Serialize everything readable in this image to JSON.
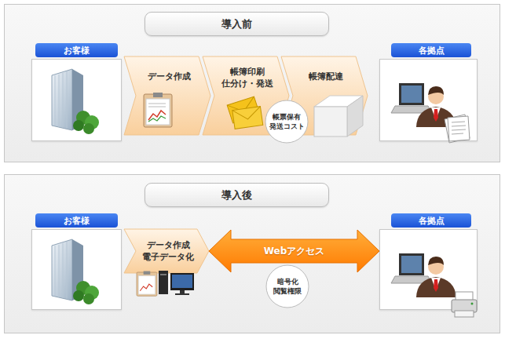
{
  "diagram": {
    "nodes": [
      {
        "text": [
          "導入前"
        ]
      },
      {
        "text": [
          "お客様"
        ],
        "in": 0
      },
      {
        "text": [
          "データ作成"
        ],
        "in": 0
      },
      {
        "text": [
          "帳簿印刷 仕分け・発送"
        ],
        "in": 0
      },
      {
        "text": [
          "帳簿配達"
        ],
        "in": 0
      },
      {
        "text": [
          "帳票保有 発送コスト"
        ],
        "in": 0
      },
      {
        "text": [
          "各拠点"
        ],
        "in": 0
      },
      {
        "text": [
          "導入後"
        ]
      },
      {
        "text": [
          "お客様"
        ],
        "in": 7
      },
      {
        "text": [
          "データ作成 電子データ化"
        ],
        "in": 7
      },
      {
        "text": [
          "暗号化 閲覧権限"
        ],
        "in": 7
      },
      {
        "text": [
          "各拠点"
        ],
        "in": 7
      }
    ],
    "edges": [
      {
        "from": 9,
        "to": 11,
        "arrow": "both",
        "label": "Webアクセス"
      }
    ]
  }
}
